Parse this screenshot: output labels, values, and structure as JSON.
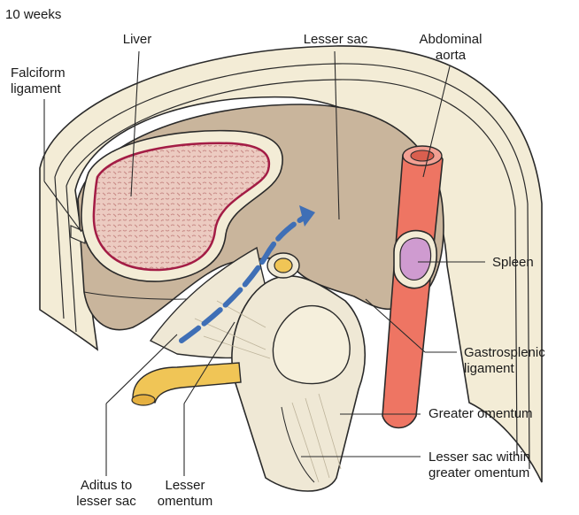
{
  "stage_label": "10 weeks",
  "labels": {
    "liver": "Liver",
    "lesser_sac": "Lesser sac",
    "abdominal_aorta": [
      "Abdominal",
      "aorta"
    ],
    "falciform_ligament": [
      "Falciform",
      "ligament"
    ],
    "spleen": "Spleen",
    "gastrosplenic_ligament": [
      "Gastrosplenic",
      "ligament"
    ],
    "greater_omentum": "Greater omentum",
    "lesser_sac_within_greater_omentum": [
      "Lesser sac within",
      "greater omentum"
    ],
    "aditus_to_lesser_sac": [
      "Aditus to",
      "lesser sac"
    ],
    "lesser_omentum": [
      "Lesser",
      "omentum"
    ]
  },
  "colors": {
    "body_wall": "#f3ecd6",
    "peritoneal_cavity": "#c9b59c",
    "liver_fill": "#eecdc3",
    "liver_outline": "#a31c45",
    "aorta": "#ee7563",
    "spleen": "#cf9bd0",
    "omentum": "#efe8d5",
    "duodenum": "#f0c556",
    "arrow": "#3f6fb6",
    "outline": "#2a2a2a"
  }
}
